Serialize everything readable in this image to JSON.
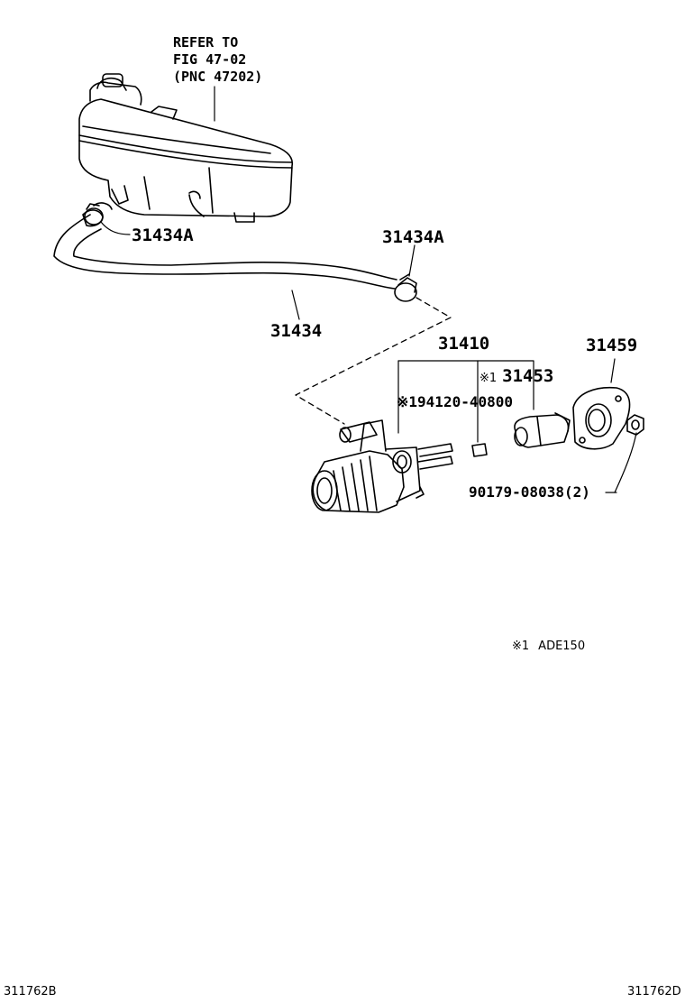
{
  "reference_note": {
    "line1": "REFER TO",
    "line2": "FIG 47-02",
    "line3": "(PNC 47202)"
  },
  "parts": {
    "hose_clamp_left": "31434A",
    "hose_clamp_right": "31434A",
    "hose": "31434",
    "clutch_master_cylinder": "31410",
    "switch_mark": "※1",
    "switch": "31453",
    "gasket": "31459",
    "plug": "※194120-40800",
    "nut": "90179-08038(2)"
  },
  "footnote": {
    "mark": "※1",
    "text": "ADE150"
  },
  "codes": {
    "left": "311762B",
    "right": "311762D"
  }
}
